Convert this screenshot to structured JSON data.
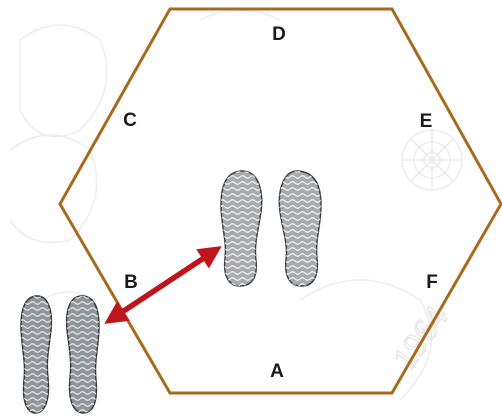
{
  "diagram": {
    "shape": "hexagon",
    "colors": {
      "hexagon_outline": "#a86a1e",
      "arrow": "#c0141c",
      "footprint_fill": "#9aa0a6",
      "footprint_stripe": "#f4f4f4",
      "footprint_outline": "#3c3c3c",
      "watermark": "#e6e6e6",
      "label_text": "#1a1a1a"
    },
    "vertex_labels": {
      "a": "A",
      "b": "B",
      "c": "C",
      "d": "D",
      "e": "E",
      "f": "F"
    },
    "arrow": {
      "style": "double-headed",
      "connects": [
        "outside-footprints",
        "center-footprints"
      ]
    },
    "footprint_pairs": [
      {
        "role": "center-footprints",
        "shade": "light"
      },
      {
        "role": "outside-footprints",
        "shade": "dark"
      }
    ],
    "watermark_text": "1964"
  }
}
